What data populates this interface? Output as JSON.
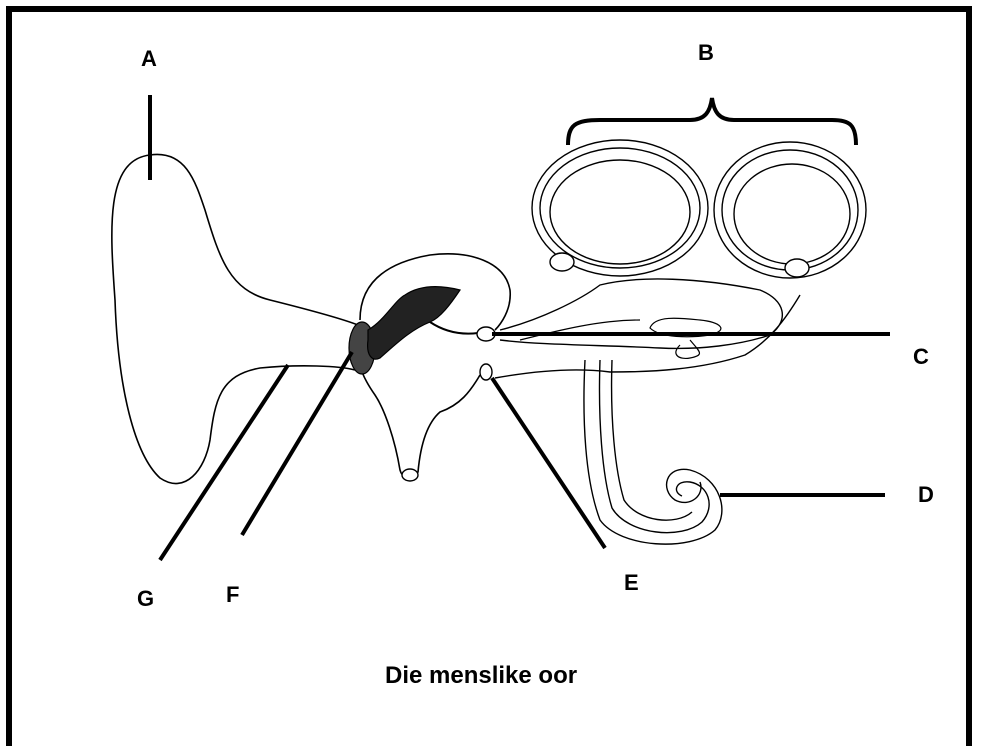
{
  "labels": {
    "a": "A",
    "b": "B",
    "c": "C",
    "d": "D",
    "e": "E",
    "f": "F",
    "g": "G"
  },
  "caption": "Die menslike oor",
  "colors": {
    "line": "#000000",
    "background": "#ffffff",
    "ossicle_fill": "#222222"
  }
}
